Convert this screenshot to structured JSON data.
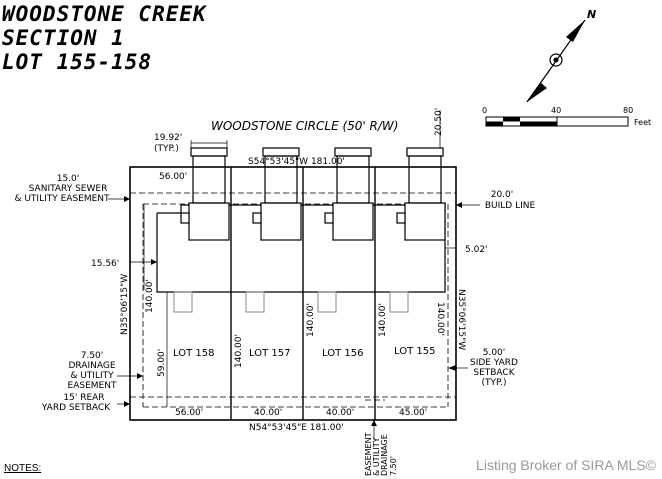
{
  "title": {
    "line1": "WOODSTONE CREEK",
    "line2": "SECTION 1",
    "line3": "LOT 155-158"
  },
  "street": "WOODSTONE CIRCLE (50' R/W)",
  "north_label": "N",
  "scale": {
    "t0": "0",
    "t40": "40",
    "t80": "80",
    "unit": "Feet"
  },
  "dims": {
    "drive_width": "19.92'",
    "typ": "(TYP.)",
    "dim_2050": "20.50'",
    "top_bearing": "S54°53'45\"W  181.00'",
    "top_56": "56.00'",
    "bottom_bearing": "N54°53'45\"E  181.00'",
    "bottom": [
      "56.00'",
      "40.00'",
      "40.00'",
      "45.00'"
    ],
    "left_bearing": "N35°06'15\"W",
    "right_bearing": "N35°06'15\"W",
    "left_140": "140.00'",
    "lot_140": [
      "140.00'",
      "140.00'",
      "140.00'"
    ],
    "right_140": "140.00'",
    "dim_1556": "15.56'",
    "dim_502": "5.02'",
    "dim_5900": "59.00'"
  },
  "callouts": {
    "sanitary": [
      "15.0'",
      "SANITARY SEWER",
      "& UTILITY EASEMENT"
    ],
    "build_line": [
      "20.0'",
      "BUILD LINE"
    ],
    "drainage_left": [
      "7.50'",
      "DRAINAGE",
      "& UTILITY",
      "EASEMENT"
    ],
    "rear_setback": [
      "15' REAR",
      "YARD SETBACK"
    ],
    "side_setback": [
      "5.00'",
      "SIDE YARD",
      "SETBACK",
      "(TYP.)"
    ],
    "drainage_bottom": [
      "7.50'",
      "DRAINAGE",
      "& UTILITY",
      "EASEMENT"
    ]
  },
  "lots": [
    "LOT 158",
    "LOT 157",
    "LOT 156",
    "LOT 155"
  ],
  "notes": "NOTES:",
  "watermark": "Listing Broker of SIRA MLS©"
}
